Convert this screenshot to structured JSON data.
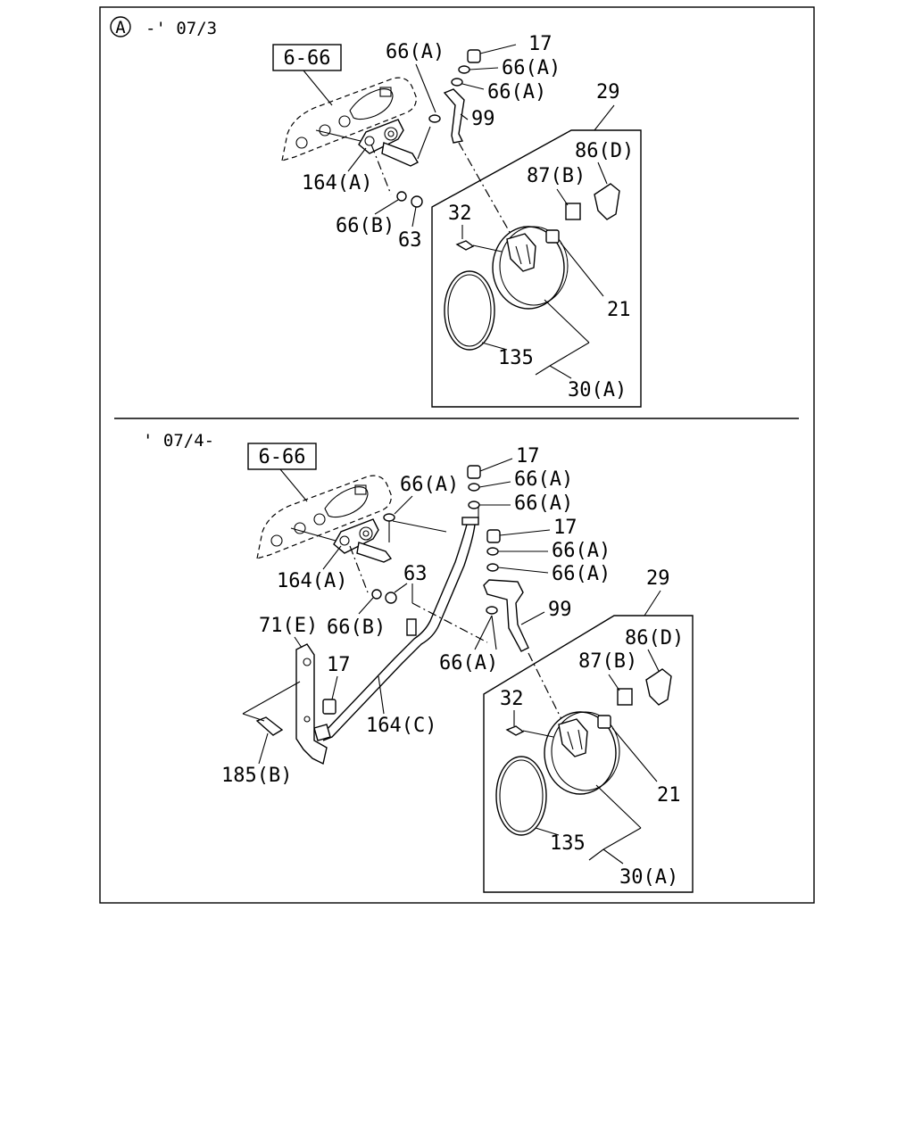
{
  "section_a": {
    "marker": "A",
    "period": "-' 07/3",
    "ref_box": "6-66",
    "labels": {
      "l17": "17",
      "l66a_1": "66(A)",
      "l66a_2": "66(A)",
      "l66a_3": "66(A)",
      "l99": "99",
      "l29": "29",
      "l86d": "86(D)",
      "l87b": "87(B)",
      "l164a": "164(A)",
      "l66b": "66(B)",
      "l63": "63",
      "l32": "32",
      "l21": "21",
      "l135": "135",
      "l30a": "30(A)"
    }
  },
  "section_b": {
    "period": "' 07/4-",
    "ref_box": "6-66",
    "labels": {
      "l17_1": "17",
      "l66a_1": "66(A)",
      "l66a_2": "66(A)",
      "l66a_left": "66(A)",
      "l17_2": "17",
      "l66a_3": "66(A)",
      "l66a_4": "66(A)",
      "l63": "63",
      "l164a": "164(A)",
      "l99": "99",
      "l29": "29",
      "l71e": "71(E)",
      "l66b": "66(B)",
      "l86d": "86(D)",
      "l66a_bottom": "66(A)",
      "l17_3": "17",
      "l87b": "87(B)",
      "l32": "32",
      "l164c": "164(C)",
      "l21": "21",
      "l185b": "185(B)",
      "l135": "135",
      "l30a": "30(A)"
    }
  }
}
